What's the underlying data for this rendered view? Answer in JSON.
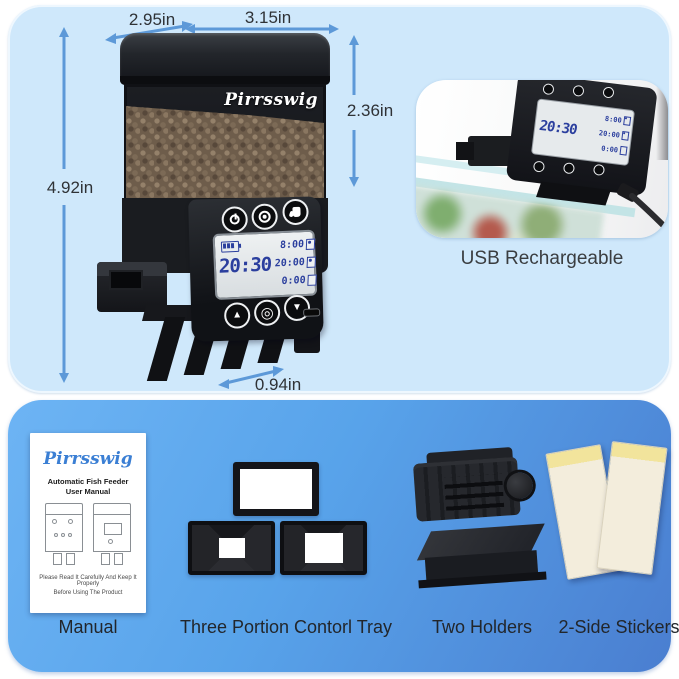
{
  "product": {
    "brand": "Pirrsswig",
    "dimensions": {
      "top_depth": "2.95in",
      "top_width": "3.15in",
      "hopper_height": "2.36in",
      "total_height": "4.92in",
      "chute_width": "0.94in"
    },
    "display": {
      "current_time": "20:30",
      "feed_times": [
        {
          "time": "8:00",
          "enabled": true
        },
        {
          "time": "20:00",
          "enabled": true
        },
        {
          "time": "0:00",
          "enabled": false
        }
      ]
    },
    "usb_caption": "USB Rechargeable"
  },
  "package": {
    "manual": {
      "brand": "Pirrsswig",
      "title_line1": "Automatic Fish Feeder",
      "title_line2": "User Manual",
      "note_line1": "Please Read It Carefully And Keep It Properly",
      "note_line2": "Before Using The Product"
    },
    "items": [
      {
        "caption": "Manual"
      },
      {
        "caption": "Three Portion Contorl Tray"
      },
      {
        "caption": "Two Holders"
      },
      {
        "caption": "2-Side Stickers"
      }
    ]
  },
  "icons": {
    "up_arrow": "▲",
    "down_arrow": "▼",
    "settings": "◎"
  },
  "colors": {
    "top_panel_bg": "#cfe8fb",
    "arrow_blue": "#5d99d8",
    "bottom_gradient_start": "#6db4f4",
    "bottom_gradient_end": "#4a7ed0",
    "lcd_digit_blue": "#2b3f9e",
    "caption_text": "#22262b",
    "manual_brand_blue": "#3b7fd4"
  }
}
